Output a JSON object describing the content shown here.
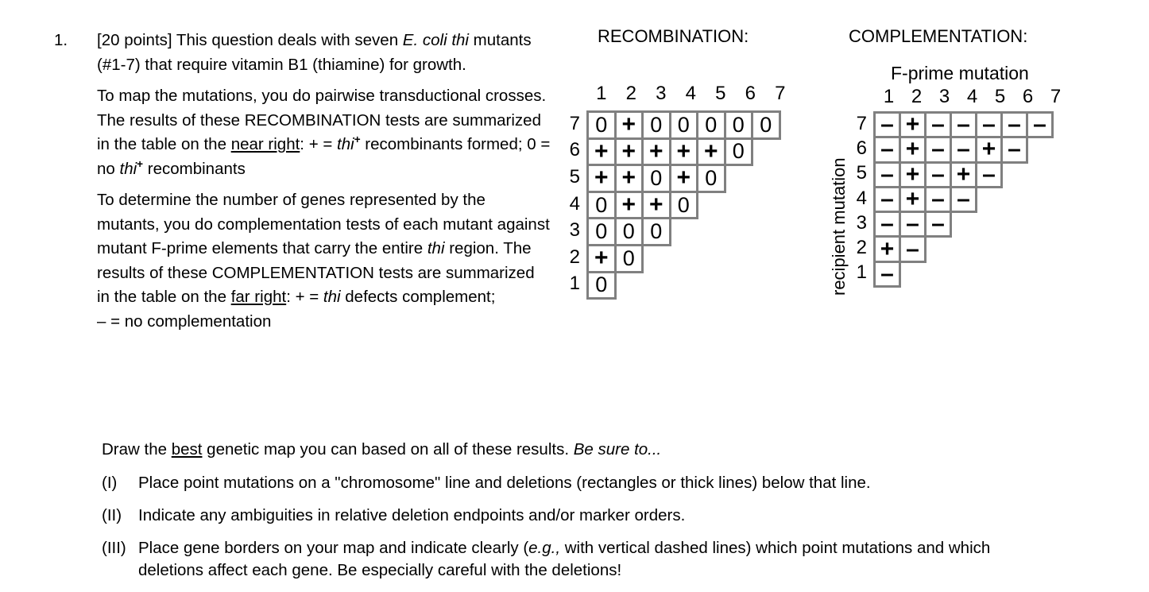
{
  "question": {
    "number": "1.",
    "paragraphs": [
      {
        "id": "intro",
        "runs": [
          {
            "t": "[20 points] This question deals with seven ",
            "style": "normal"
          },
          {
            "t": "E. coli thi",
            "style": "italic"
          },
          {
            "t": " mutants (#1-7) that require vitamin B1 (thiamine) for growth.",
            "style": "normal"
          }
        ]
      },
      {
        "id": "recombination-desc",
        "runs": [
          {
            "t": "To map the mutations, you do pairwise transductional crosses.  The results of these RECOMBINATION tests are summarized in the table on the ",
            "style": "normal"
          },
          {
            "t": "near right",
            "style": "underline"
          },
          {
            "t": ": + = ",
            "style": "normal"
          },
          {
            "t": "thi",
            "style": "italic"
          },
          {
            "t": "+",
            "style": "superscript"
          },
          {
            "t": " recombinants formed; 0 = no ",
            "style": "normal"
          },
          {
            "t": "thi",
            "style": "italic"
          },
          {
            "t": "+",
            "style": "superscript"
          },
          {
            "t": " recombinants",
            "style": "normal"
          }
        ]
      },
      {
        "id": "complementation-desc",
        "runs": [
          {
            "t": "To determine the number of genes represented by the mutants, you do complementation tests of each mutant against mutant F-prime elements that carry the entire ",
            "style": "normal"
          },
          {
            "t": "thi",
            "style": "italic"
          },
          {
            "t": " region. The results of these COMPLEMENTATION tests are summarized in the table on the ",
            "style": "normal"
          },
          {
            "t": "far right",
            "style": "underline"
          },
          {
            "t": ": + = ",
            "style": "normal"
          },
          {
            "t": "thi",
            "style": "italic"
          },
          {
            "t": " defects complement;",
            "style": "normal"
          },
          {
            "t": "\n – = no complementation",
            "style": "normal"
          }
        ]
      }
    ]
  },
  "instructions": {
    "lead": [
      {
        "t": "Draw the ",
        "style": "normal"
      },
      {
        "t": "best",
        "style": "underline"
      },
      {
        "t": " genetic map you can based on all of these results.  ",
        "style": "normal"
      },
      {
        "t": "Be sure to...",
        "style": "italic"
      }
    ],
    "items": [
      {
        "label": "(I)",
        "runs": [
          {
            "t": "Place point mutations on a \"chromosome\" line and deletions (rectangles or thick lines) below that line.",
            "style": "normal"
          }
        ]
      },
      {
        "label": "(II)",
        "runs": [
          {
            "t": "Indicate any ambiguities in relative deletion endpoints and/or marker orders.",
            "style": "normal"
          }
        ]
      },
      {
        "label": "(III)",
        "runs": [
          {
            "t": "Place gene borders on your map and indicate clearly (",
            "style": "normal"
          },
          {
            "t": "e.g.,",
            "style": "italic"
          },
          {
            "t": " with vertical dashed lines) which point mutations and which deletions affect each gene.  Be especially careful with the deletions!",
            "style": "normal"
          }
        ]
      }
    ]
  },
  "recombination_table": {
    "title": "RECOMBINATION:",
    "column_headers": [
      "1",
      "2",
      "3",
      "4",
      "5",
      "6",
      "7"
    ],
    "row_labels": [
      "7",
      "6",
      "5",
      "4",
      "3",
      "2",
      "1"
    ],
    "rows": [
      {
        "label": "7",
        "values": [
          "0",
          "+",
          "0",
          "0",
          "0",
          "0",
          "0"
        ]
      },
      {
        "label": "6",
        "values": [
          "+",
          "+",
          "+",
          "+",
          "+",
          "0"
        ]
      },
      {
        "label": "5",
        "values": [
          "+",
          "+",
          "0",
          "+",
          "0"
        ]
      },
      {
        "label": "4",
        "values": [
          "0",
          "+",
          "+",
          "0"
        ]
      },
      {
        "label": "3",
        "values": [
          "0",
          "0",
          "0"
        ]
      },
      {
        "label": "2",
        "values": [
          "+",
          "0"
        ]
      },
      {
        "label": "1",
        "values": [
          "0"
        ]
      }
    ],
    "legend": {
      "plus": "thi+ recombinants formed",
      "zero": "no thi+ recombinants"
    },
    "border_color": "#808080"
  },
  "complementation_table": {
    "title": "COMPLEMENTATION:",
    "column_axis_label": "F-prime mutation",
    "row_axis_label": "recipient mutation",
    "column_headers": [
      "1",
      "2",
      "3",
      "4",
      "5",
      "6",
      "7"
    ],
    "row_labels": [
      "7",
      "6",
      "5",
      "4",
      "3",
      "2",
      "1"
    ],
    "rows": [
      {
        "label": "7",
        "values": [
          "–",
          "+",
          "–",
          "–",
          "–",
          "–",
          "–"
        ]
      },
      {
        "label": "6",
        "values": [
          "–",
          "+",
          "–",
          "–",
          "+",
          "–"
        ]
      },
      {
        "label": "5",
        "values": [
          "–",
          "+",
          "–",
          "+",
          "–"
        ]
      },
      {
        "label": "4",
        "values": [
          "–",
          "+",
          "–",
          "–"
        ]
      },
      {
        "label": "3",
        "values": [
          "–",
          "–",
          "–"
        ]
      },
      {
        "label": "2",
        "values": [
          "+",
          "–"
        ]
      },
      {
        "label": "1",
        "values": [
          "–"
        ]
      }
    ],
    "legend": {
      "plus": "thi defects complement",
      "minus": "no complementation"
    },
    "border_color": "#808080"
  }
}
